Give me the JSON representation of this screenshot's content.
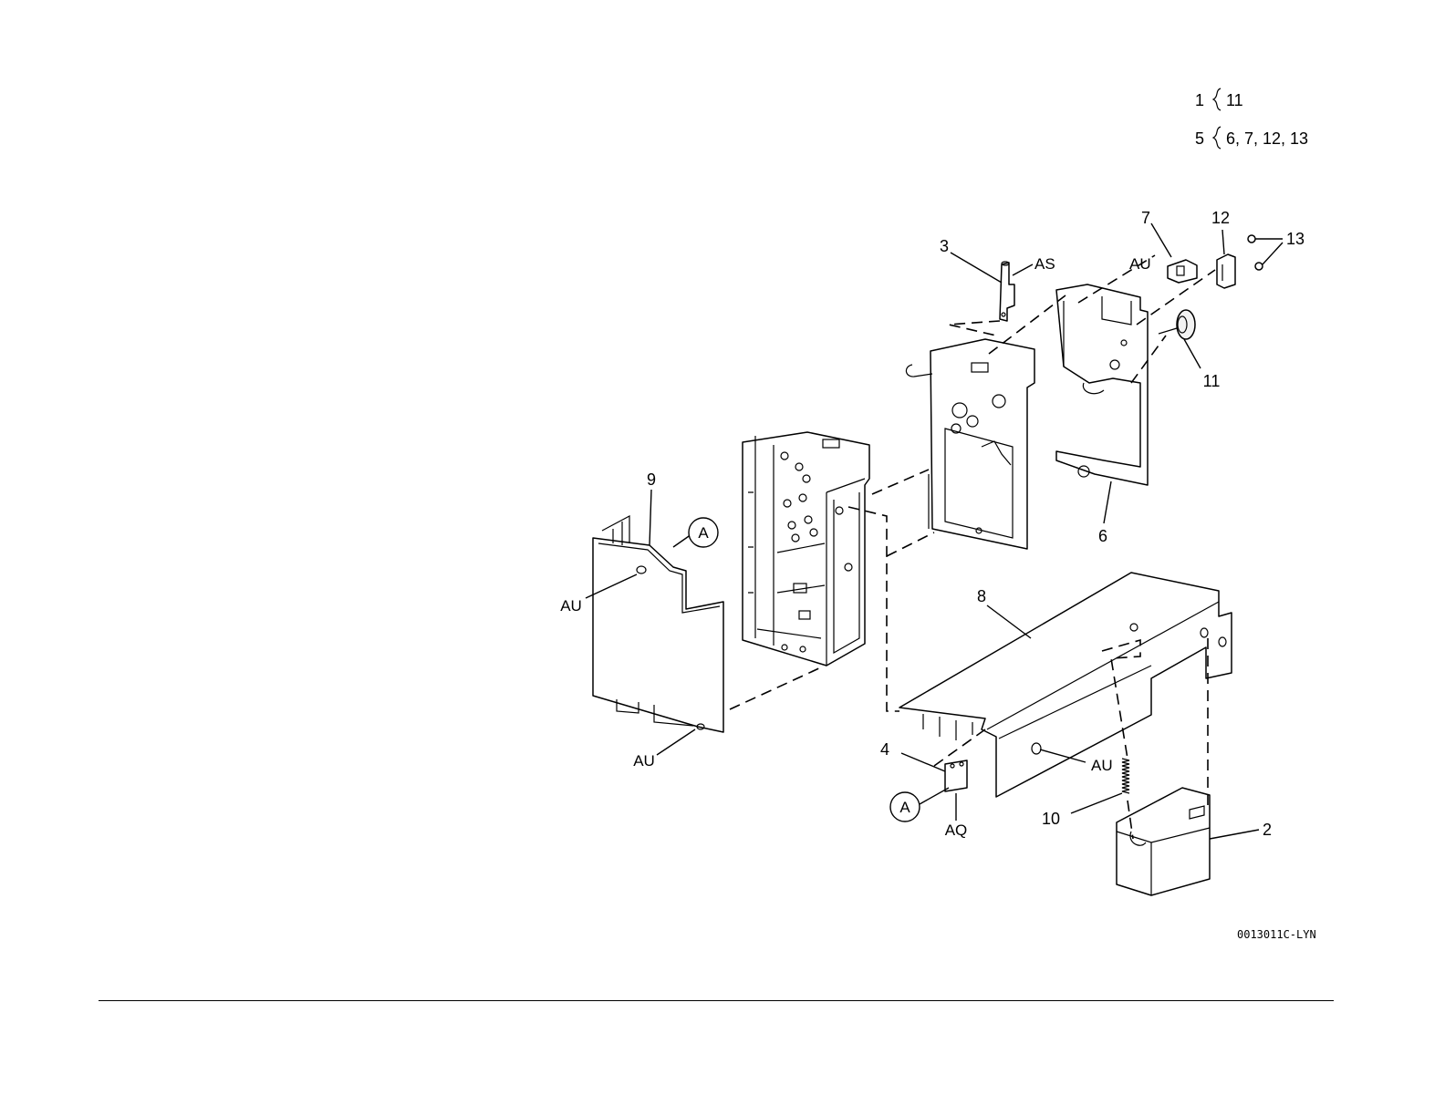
{
  "kit_legend": [
    {
      "kit": "1",
      "members": "11"
    },
    {
      "kit": "5",
      "members": "6, 7, 12, 13"
    }
  ],
  "callouts": {
    "p2": "2",
    "p3": "3",
    "p4": "4",
    "p6": "6",
    "p7": "7",
    "p8": "8",
    "p9": "9",
    "p10": "10",
    "p11": "11",
    "p12": "12",
    "p13": "13",
    "as": "AS",
    "aq": "AQ",
    "au": "AU",
    "a": "A"
  },
  "figure_id": "0013011C-LYN"
}
